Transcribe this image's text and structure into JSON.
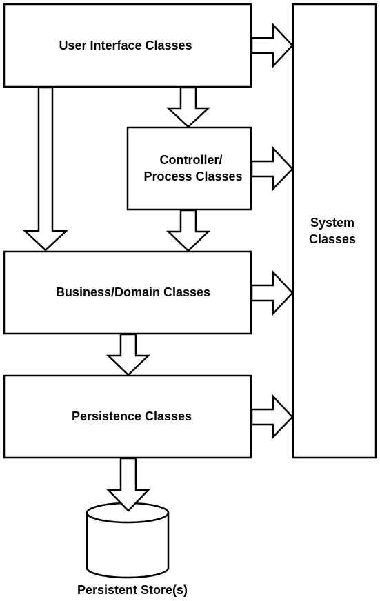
{
  "diagram": {
    "user_interface": "User Interface Classes",
    "controller_line1": "Controller/",
    "controller_line2": "Process Classes",
    "business": "Business/Domain Classes",
    "persistence": "Persistence Classes",
    "system_line1": "System",
    "system_line2": "Classes",
    "store": "Persistent Store(s)"
  }
}
